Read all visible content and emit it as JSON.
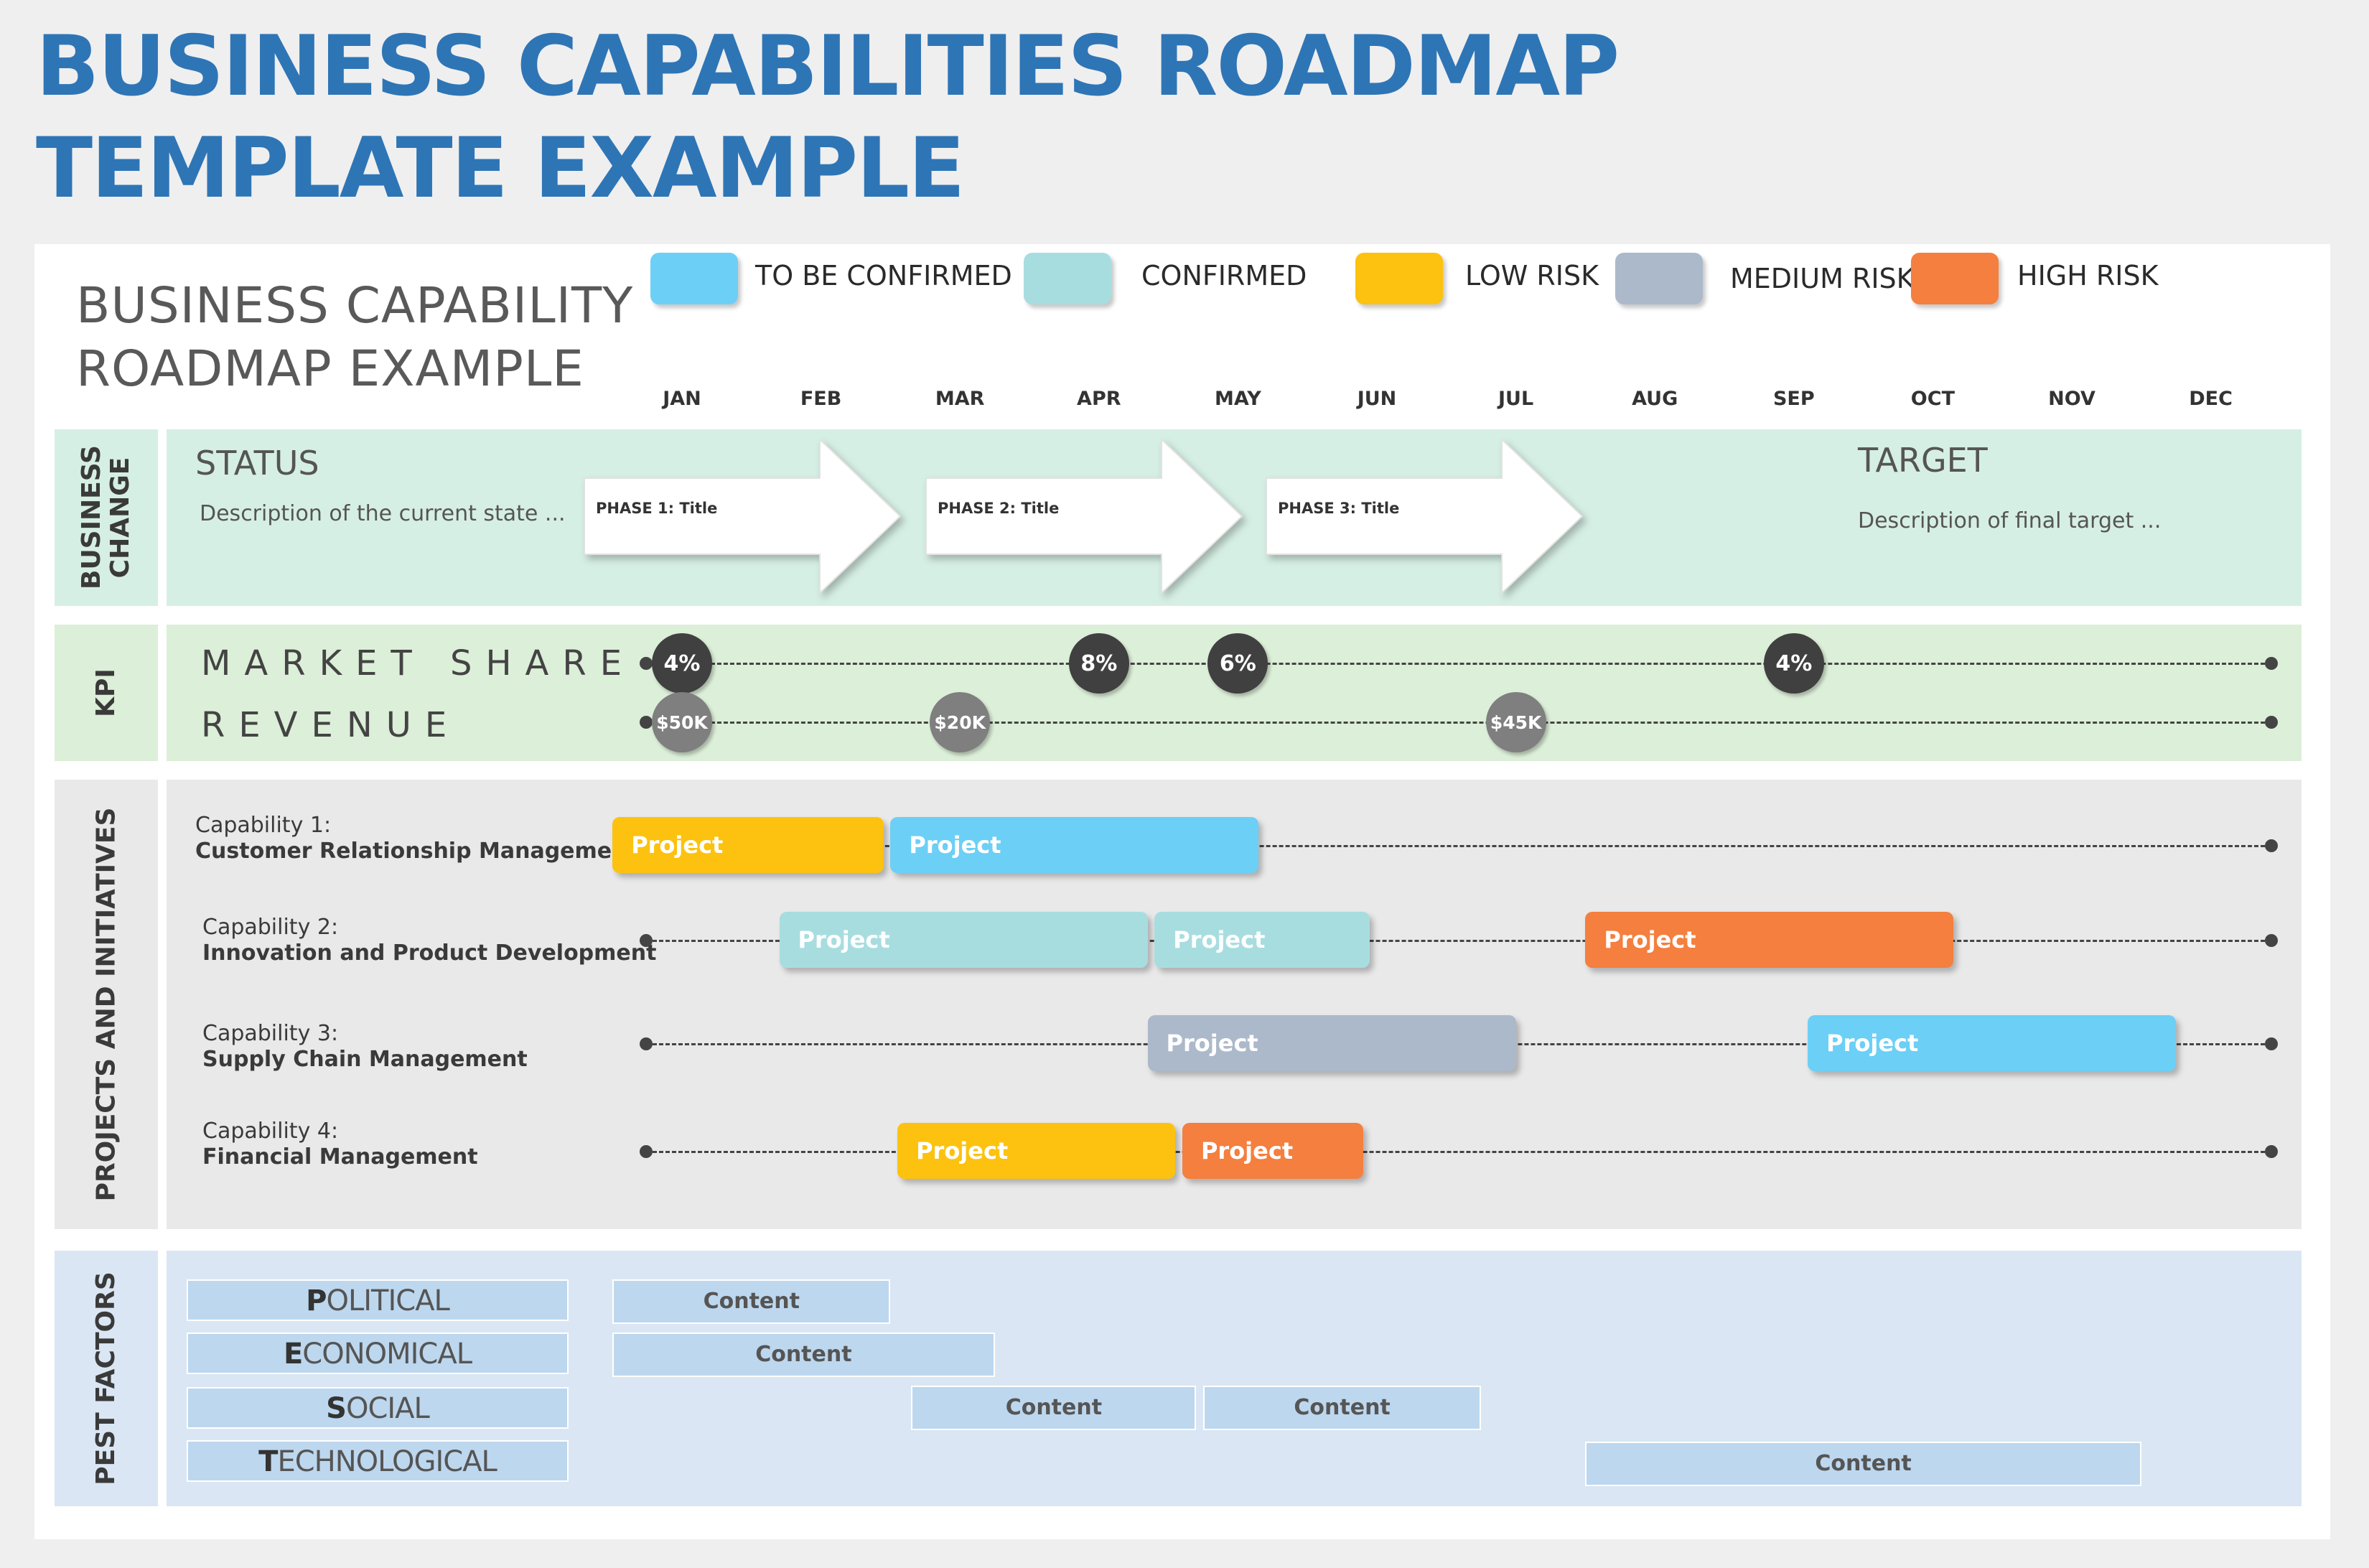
{
  "title": {
    "line1": "BUSINESS CAPABILITIES ROADMAP",
    "line2": "TEMPLATE EXAMPLE"
  },
  "subtitle": {
    "line1": "BUSINESS CAPABILITY",
    "line2": "ROADMAP EXAMPLE"
  },
  "colors": {
    "tbc": "#6ccff6",
    "confirmed": "#a8dde0",
    "low": "#fcc20f",
    "medium": "#acb9ca",
    "high": "#f47f3f",
    "title": "#2e75b6"
  },
  "legend": [
    {
      "label": "TO BE CONFIRMED",
      "color": "#6ccff6"
    },
    {
      "label": "CONFIRMED",
      "color": "#a8dde0"
    },
    {
      "label": "LOW RISK",
      "color": "#fcc20f"
    },
    {
      "label": "MEDIUM RISK",
      "color": "#acb9ca"
    },
    {
      "label": "HIGH RISK",
      "color": "#f47f3f"
    }
  ],
  "months": [
    "JAN",
    "FEB",
    "MAR",
    "APR",
    "MAY",
    "JUN",
    "JUL",
    "AUG",
    "SEP",
    "OCT",
    "NOV",
    "DEC"
  ],
  "sections": {
    "business_change": "BUSINESS CHANGE",
    "kpi": "KPI",
    "projects": "PROJECTS AND INITIATIVES",
    "pest": "PEST FACTORS"
  },
  "business_change": {
    "status_heading": "STATUS",
    "status_desc": "Description of the current state ...",
    "target_heading": "TARGET",
    "target_desc": "Description of final target ...",
    "phases": [
      "PHASE 1: Title",
      "PHASE 2: Title",
      "PHASE 3: Title"
    ]
  },
  "kpi": {
    "market_share": {
      "label": "MARKET SHARE",
      "points": [
        {
          "month": 1,
          "value": "4%"
        },
        {
          "month": 4,
          "value": "8%"
        },
        {
          "month": 5,
          "value": "6%"
        },
        {
          "month": 9,
          "value": "4%"
        }
      ]
    },
    "revenue": {
      "label": "REVENUE",
      "points": [
        {
          "month": 1,
          "value": "$50K"
        },
        {
          "month": 3,
          "value": "$20K"
        },
        {
          "month": 7,
          "value": "$45K"
        }
      ]
    }
  },
  "capabilities": [
    {
      "number": "Capability 1:",
      "title": "Customer Relationship Management",
      "projects": [
        {
          "label": "Project",
          "status": "low",
          "start": 1.0,
          "end": 2.95
        },
        {
          "label": "Project",
          "status": "tbc",
          "start": 3.0,
          "end": 5.65
        }
      ]
    },
    {
      "number": "Capability 2:",
      "title": "Innovation and Product Development",
      "projects": [
        {
          "label": "Project",
          "status": "confirmed",
          "start": 2.2,
          "end": 4.85
        },
        {
          "label": "Project",
          "status": "confirmed",
          "start": 4.9,
          "end": 6.45
        },
        {
          "label": "Project",
          "status": "high",
          "start": 8.0,
          "end": 10.65
        }
      ]
    },
    {
      "number": "Capability 3:",
      "title": "Supply Chain Management",
      "projects": [
        {
          "label": "Project",
          "status": "medium",
          "start": 4.85,
          "end": 7.5
        },
        {
          "label": "Project",
          "status": "tbc",
          "start": 9.6,
          "end": 12.25
        }
      ]
    },
    {
      "number": "Capability 4:",
      "title": "Financial Management",
      "projects": [
        {
          "label": "Project",
          "status": "low",
          "start": 3.05,
          "end": 5.05
        },
        {
          "label": "Project",
          "status": "high",
          "start": 5.1,
          "end": 6.4
        }
      ]
    }
  ],
  "pest": [
    {
      "first": "P",
      "rest": "OLITICAL",
      "items": [
        {
          "label": "Content",
          "start": 1.0,
          "end": 3.0
        }
      ]
    },
    {
      "first": "E",
      "rest": "CONOMICAL",
      "items": [
        {
          "label": "Content",
          "start": 1.0,
          "end": 3.75
        }
      ]
    },
    {
      "first": "S",
      "rest": "OCIAL",
      "items": [
        {
          "label": "Content",
          "start": 3.15,
          "end": 5.2
        },
        {
          "label": "Content",
          "start": 5.25,
          "end": 7.25
        }
      ]
    },
    {
      "first": "T",
      "rest": "ECHNOLOGICAL",
      "items": [
        {
          "label": "Content",
          "start": 8.0,
          "end": 12.0
        }
      ]
    }
  ]
}
